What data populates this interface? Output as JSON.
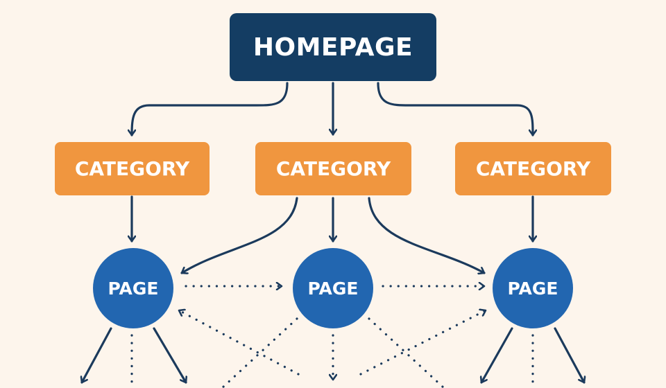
{
  "diagram": {
    "homepage": {
      "label": "HOMEPAGE"
    },
    "categories": [
      {
        "label": "CATEGORY"
      },
      {
        "label": "CATEGORY"
      },
      {
        "label": "CATEGORY"
      }
    ],
    "pages": [
      {
        "label": "PAGE"
      },
      {
        "label": "PAGE"
      },
      {
        "label": "PAGE"
      }
    ],
    "edges": [
      {
        "from": "homepage",
        "to": "category-1",
        "style": "solid"
      },
      {
        "from": "homepage",
        "to": "category-2",
        "style": "solid"
      },
      {
        "from": "homepage",
        "to": "category-3",
        "style": "solid"
      },
      {
        "from": "category-1",
        "to": "page-1",
        "style": "solid"
      },
      {
        "from": "category-2",
        "to": "page-1",
        "style": "solid"
      },
      {
        "from": "category-2",
        "to": "page-2",
        "style": "solid"
      },
      {
        "from": "category-2",
        "to": "page-3",
        "style": "solid"
      },
      {
        "from": "category-3",
        "to": "page-3",
        "style": "solid"
      },
      {
        "from": "page-1",
        "to": "page-2",
        "style": "dotted"
      },
      {
        "from": "page-2",
        "to": "page-3",
        "style": "dotted"
      }
    ]
  },
  "colors": {
    "background": "#fdf5ec",
    "homepage": "#143d63",
    "category": "#f0963f",
    "page": "#2266b0",
    "connector": "#1b3a5c",
    "label_text": "#ffffff"
  }
}
